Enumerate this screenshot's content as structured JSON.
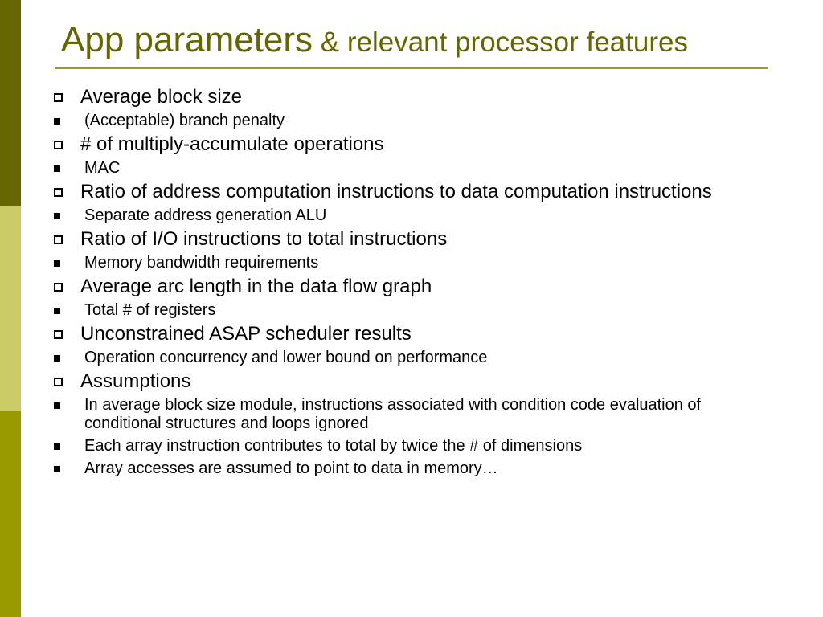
{
  "title": {
    "main": "App parameters",
    "sub": " & relevant processor features"
  },
  "bullets": [
    {
      "text": "Average block size",
      "subs": [
        "(Acceptable) branch penalty"
      ]
    },
    {
      "text": "# of multiply-accumulate operations",
      "subs": [
        "MAC"
      ]
    },
    {
      "text": "Ratio of address computation instructions to data computation instructions",
      "subs": [
        "Separate address generation ALU"
      ]
    },
    {
      "text": "Ratio of I/O instructions to total instructions",
      "subs": [
        "Memory bandwidth requirements"
      ]
    },
    {
      "text": "Average arc length in the data flow graph",
      "subs": [
        "Total # of registers"
      ]
    },
    {
      "text": "Unconstrained ASAP scheduler results",
      "subs": [
        "Operation concurrency and lower bound on performance"
      ]
    },
    {
      "text": "Assumptions",
      "subs": [
        "In average block size module, instructions associated with condition code evaluation of conditional structures and loops ignored",
        "Each array instruction contributes to total by twice the # of dimensions",
        "Array accesses are assumed to point to data in memory…"
      ]
    }
  ],
  "colors": {
    "title": "#666600",
    "bar_top": "#666600",
    "bar_mid": "#cccc66",
    "bar_bottom": "#999900",
    "rule": "#999933"
  }
}
